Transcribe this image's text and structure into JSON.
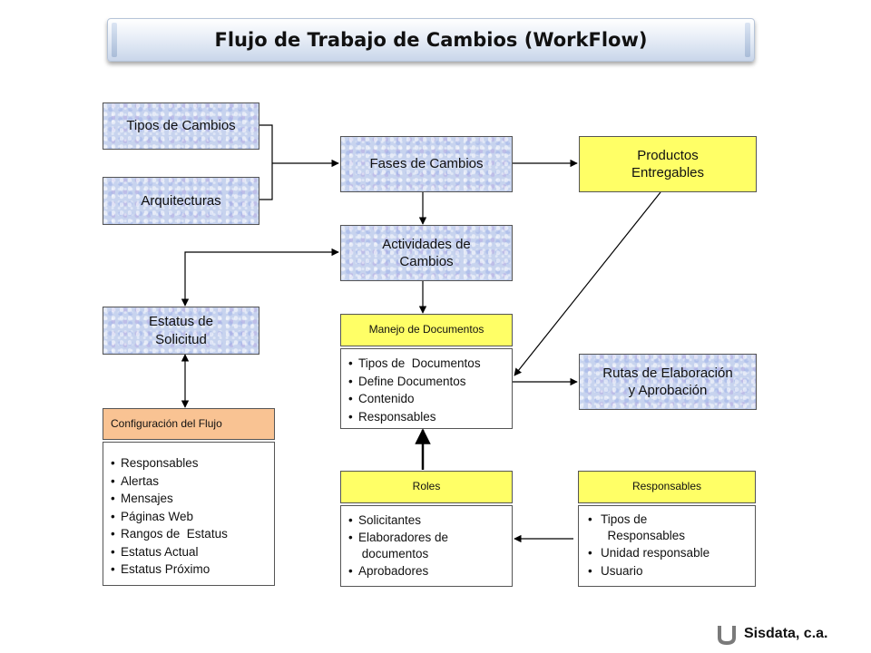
{
  "title": "Flujo de Trabajo  de Cambios (WorkFlow)",
  "boxes": {
    "tipos_cambios": "Tipos de Cambios",
    "arquitecturas": "Arquitecturas",
    "fases_cambios": "Fases de Cambios",
    "productos_line1": "Productos",
    "productos_line2": "Entregables",
    "actividades_line1": "Actividades de",
    "actividades_line2": "Cambios",
    "estatus_line1": "Estatus de",
    "estatus_line2": "Solicitud",
    "rutas_line1": "Rutas de Elaboración",
    "rutas_line2": "y Aprobación"
  },
  "manejo_documentos": {
    "header": "Manejo de Documentos",
    "items": [
      "Tipos de  Documentos",
      "Define Documentos",
      "Contenido",
      "Responsables"
    ]
  },
  "configuracion_flujo": {
    "header": "Configuración del Flujo",
    "items": [
      "Responsables",
      "Alertas",
      "Mensajes",
      "Páginas Web",
      "Rangos de  Estatus",
      "Estatus Actual",
      "Estatus Próximo"
    ]
  },
  "roles": {
    "header": "Roles",
    "items": [
      "Solicitantes",
      "Elaboradores de\n documentos",
      "Aprobadores"
    ]
  },
  "responsables": {
    "header": "Responsables",
    "items": [
      "Tipos de\n  Responsables",
      "Unidad responsable",
      "Usuario"
    ]
  },
  "brand": "Sisdata, c.a.",
  "colors": {
    "blue_box": "#c7d3ee",
    "yellow_box": "#ffff66",
    "orange_box": "#f9c393"
  }
}
